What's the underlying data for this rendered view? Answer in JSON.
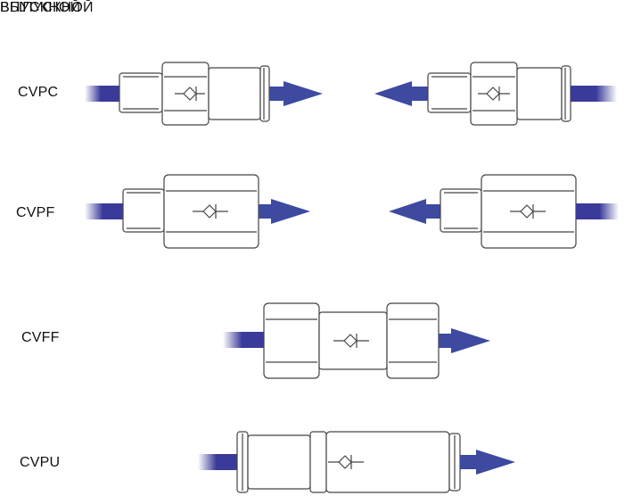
{
  "columns": {
    "inlet": "ВПУСКНОЙ",
    "outlet": "ВЫПУСКНОЙ"
  },
  "rows": [
    {
      "model": "CVPC"
    },
    {
      "model": "CVPF"
    },
    {
      "model": "CVFF"
    },
    {
      "model": "CVPU"
    }
  ],
  "colors": {
    "tube": "#3a3a9a",
    "arrow": "#3d4aa0",
    "outline": "#444444",
    "body": "#ffffff"
  }
}
